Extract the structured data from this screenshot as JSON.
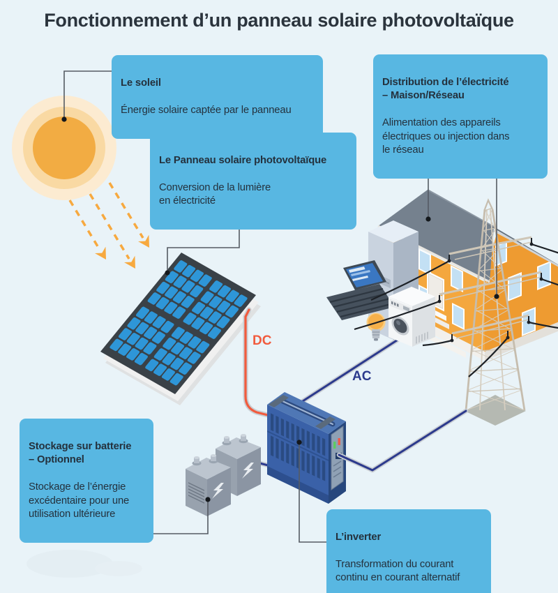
{
  "title": "Fonctionnement d’un panneau solaire photovoltaïque",
  "callouts": {
    "soleil": {
      "title": "Le soleil",
      "body": "Énergie solaire captée par le panneau"
    },
    "panneau": {
      "title": "Le Panneau solaire photovoltaïque",
      "body": "Conversion de la lumière\nen électricité"
    },
    "distribution": {
      "title": "Distribution de l’électricité\n– Maison/Réseau",
      "body": "Alimentation des appareils\nélectriques ou injection dans\nle réseau"
    },
    "stockage": {
      "title": "Stockage sur batterie\n– Optionnel",
      "body": "Stockage de l’énergie\nexcédentaire pour une\nutilisation ultérieure"
    },
    "inverter": {
      "title": "L’inverter",
      "body": "Transformation du courant\ncontinu en courant alternatif"
    }
  },
  "labels": {
    "dc": "DC",
    "ac": "AC"
  },
  "icons": [
    "sun-icon",
    "sun-rays-icon",
    "solar-panel-icon",
    "battery-icon",
    "inverter-icon",
    "house-icon",
    "power-tower-icon",
    "washing-machine-icon",
    "refrigerator-icon",
    "laptop-icon",
    "light-bulb-icon"
  ],
  "colors": {
    "background": "#e9f3f8",
    "callout": "#58b7e2",
    "text": "#24313d",
    "dc_wire": "#f15b3e",
    "ac_wire": "#2c3a8d",
    "sun": "#f2ac43",
    "panel_cell": "#2e96d8",
    "title": "#2b343d"
  }
}
